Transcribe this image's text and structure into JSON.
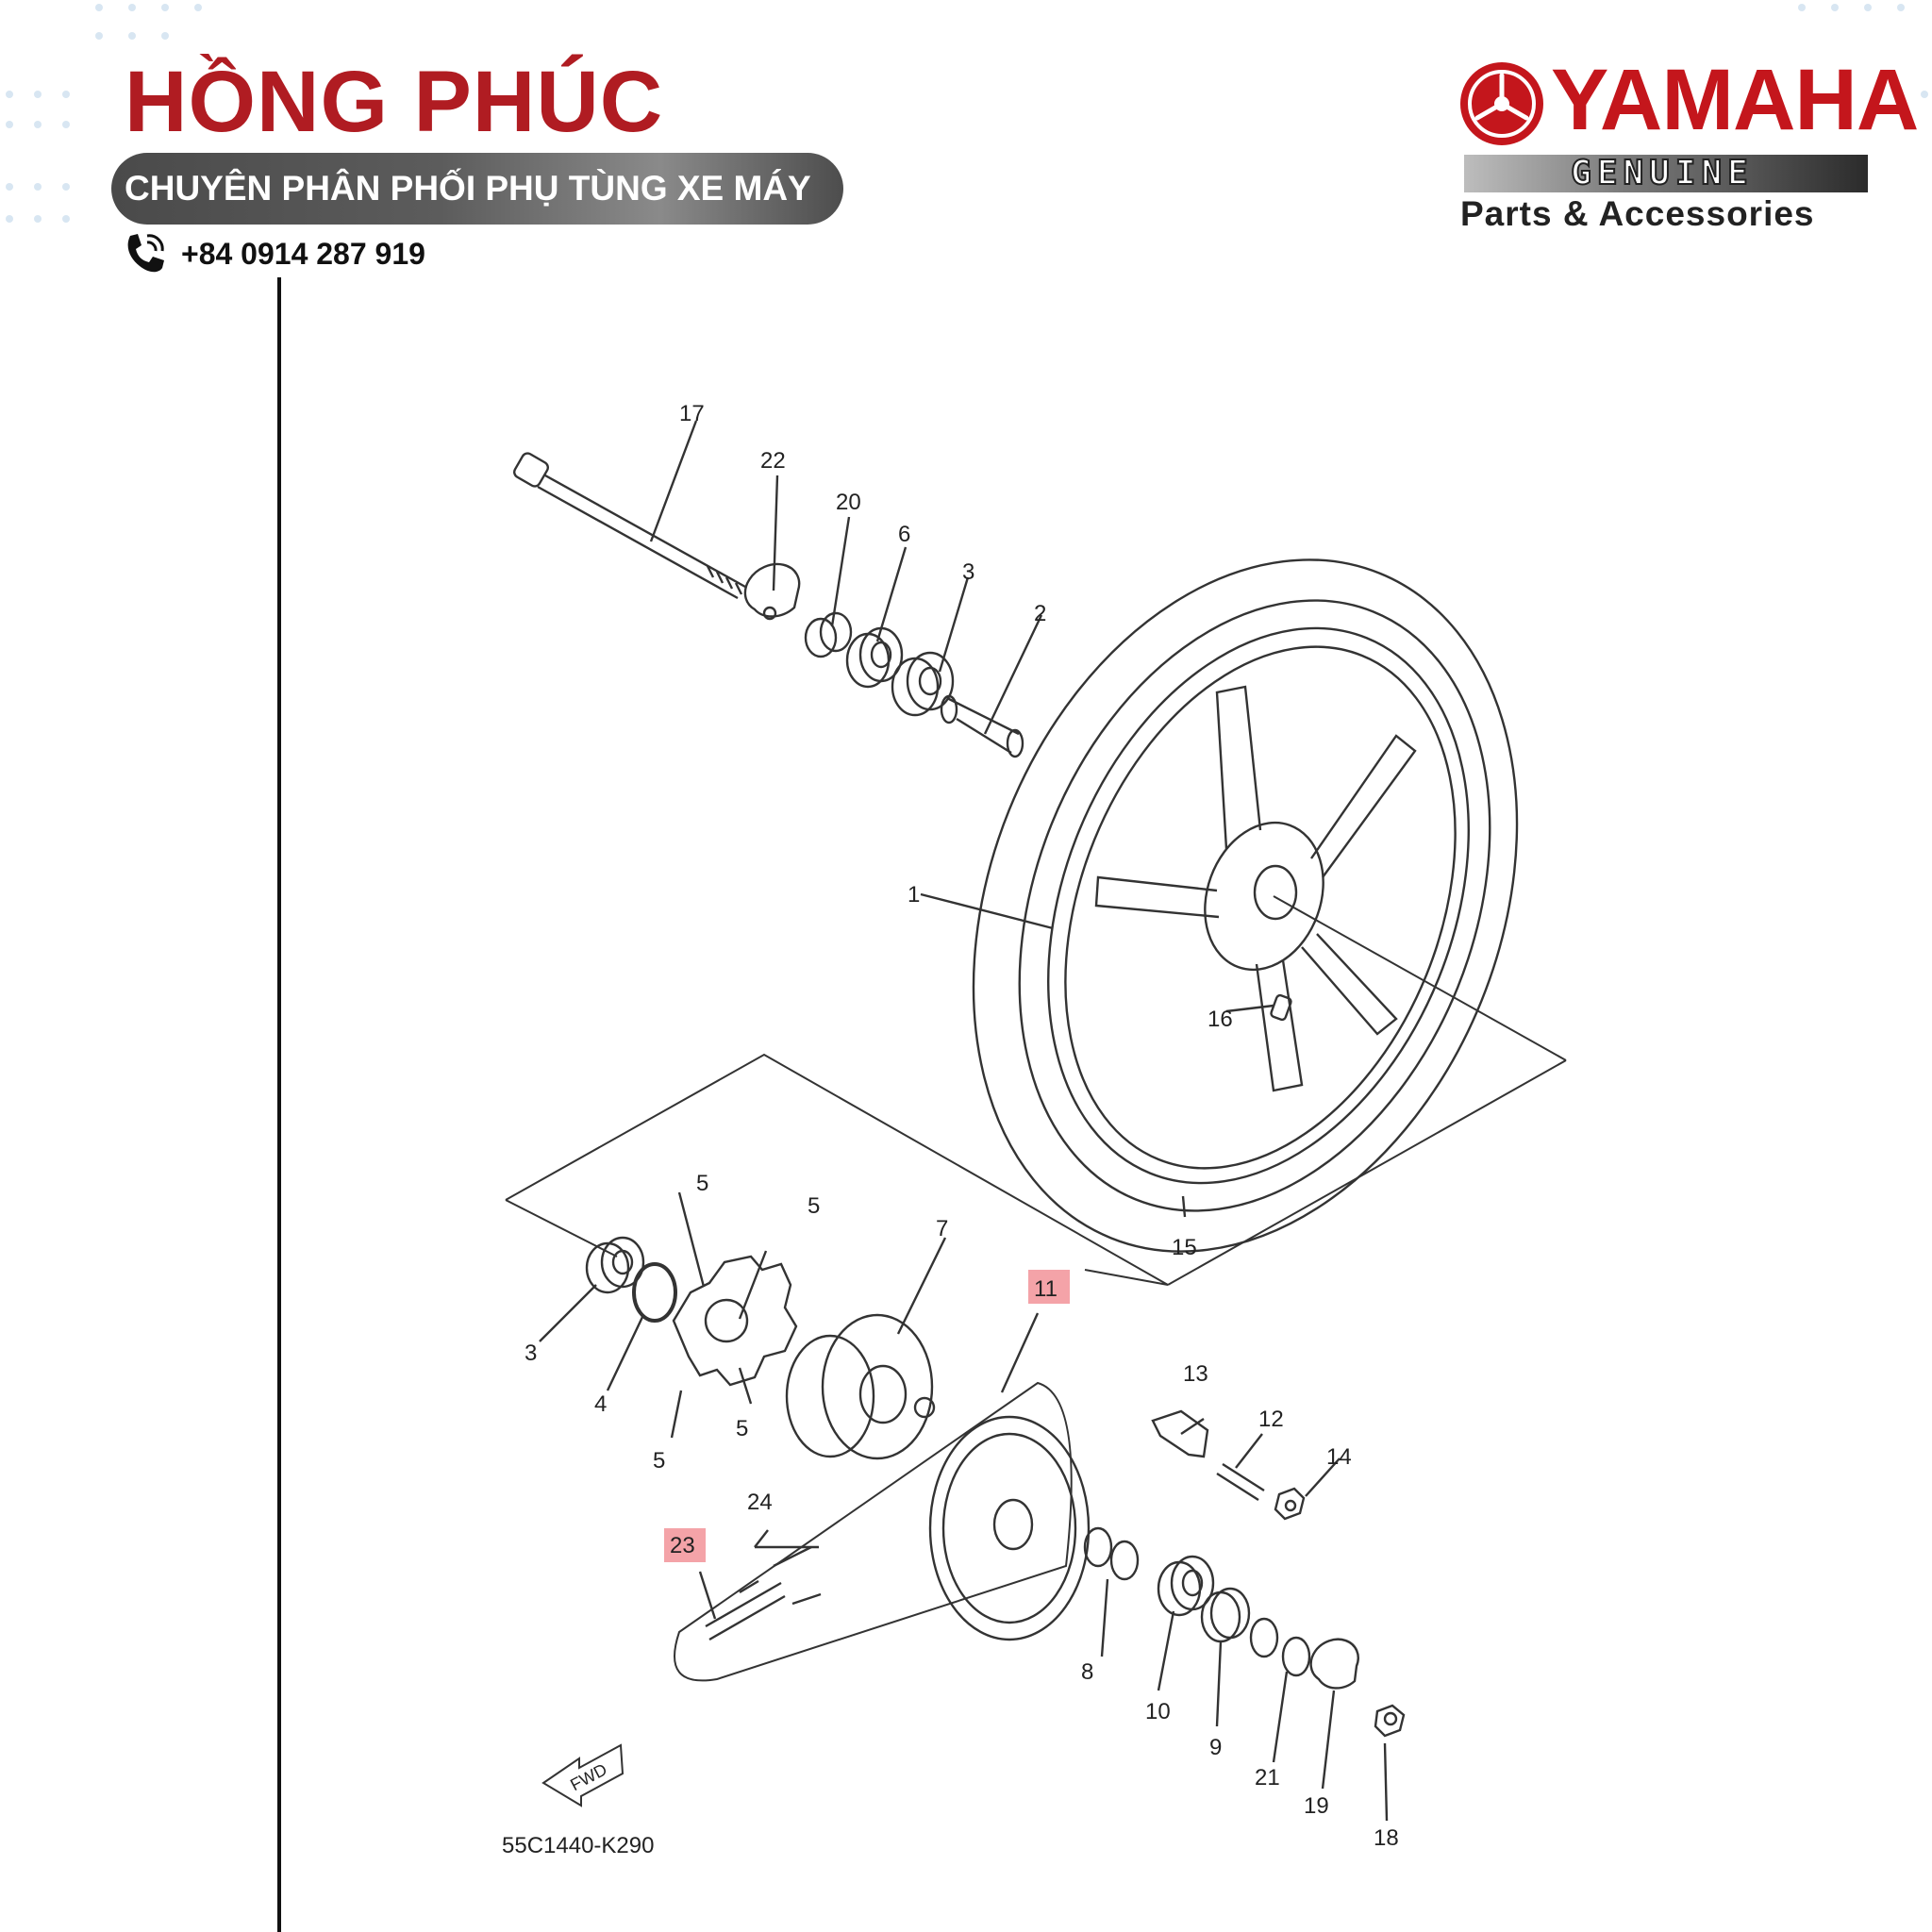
{
  "header": {
    "brand_name": "HỒNG PHÚC",
    "tagline": "CHUYÊN PHÂN PHỐI PHỤ TÙNG XE MÁY",
    "phone": "+84 0914 287 919"
  },
  "logo": {
    "brand": "YAMAHA",
    "genuine": "GENUINE",
    "subtitle": "Parts & Accessories"
  },
  "colors": {
    "brand_red": "#b01c22",
    "highlight": "#f4a3a8"
  },
  "diagram": {
    "part_code": "55C1440-K290",
    "fwd_label": "FWD",
    "callouts": [
      "1",
      "2",
      "3",
      "3",
      "4",
      "5",
      "5",
      "5",
      "5",
      "6",
      "7",
      "8",
      "9",
      "10",
      "11",
      "12",
      "13",
      "14",
      "15",
      "16",
      "17",
      "18",
      "19",
      "20",
      "21",
      "22",
      "23",
      "24"
    ],
    "highlighted_callouts": [
      "11",
      "23"
    ]
  }
}
